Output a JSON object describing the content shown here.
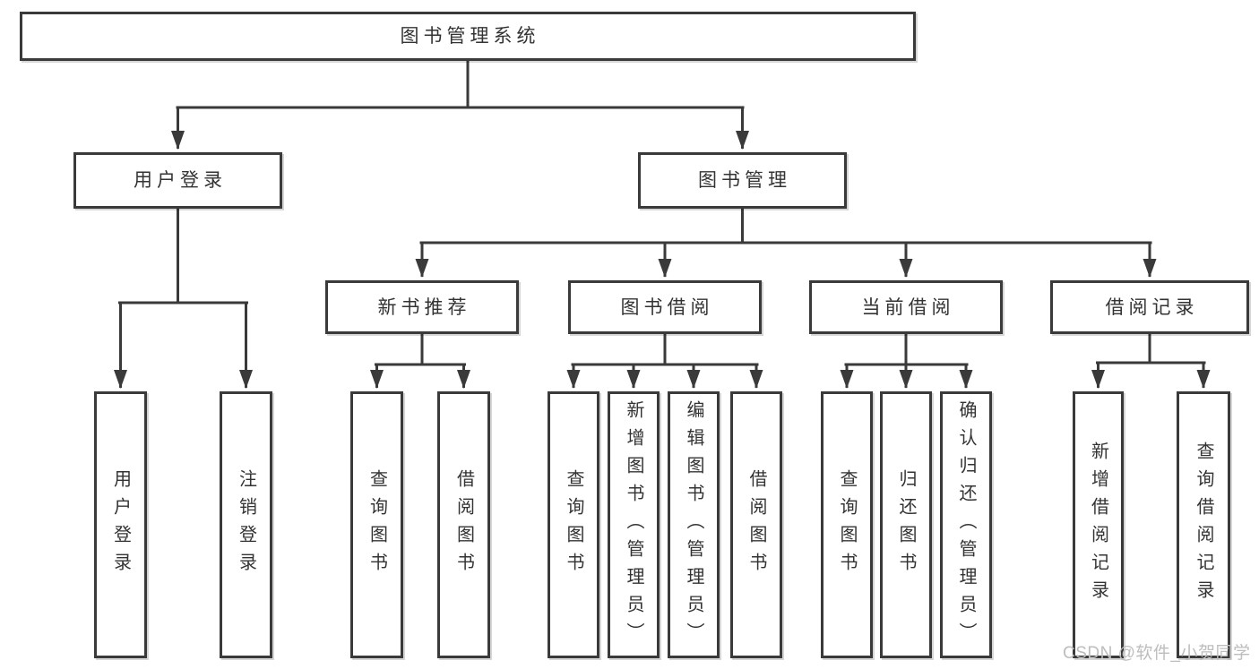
{
  "diagram": {
    "type": "tree",
    "tree": {
      "label": "图书管理系统",
      "children": [
        {
          "label": "用户登录",
          "children": [
            {
              "label": "用户登录"
            },
            {
              "label": "注销登录"
            }
          ]
        },
        {
          "label": "图书管理",
          "children": [
            {
              "label": "新书推荐",
              "children": [
                {
                  "label": "查询图书"
                },
                {
                  "label": "借阅图书"
                }
              ]
            },
            {
              "label": "图书借阅",
              "children": [
                {
                  "label": "查询图书"
                },
                {
                  "label": "新增图书（管理员）"
                },
                {
                  "label": "编辑图书（管理员）"
                },
                {
                  "label": "借阅图书"
                }
              ]
            },
            {
              "label": "当前借阅",
              "children": [
                {
                  "label": "查询图书"
                },
                {
                  "label": "归还图书"
                },
                {
                  "label": "确认归还（管理员）"
                }
              ]
            },
            {
              "label": "借阅记录",
              "children": [
                {
                  "label": "新增借阅记录"
                },
                {
                  "label": "查询借阅记录"
                }
              ]
            }
          ]
        }
      ]
    }
  },
  "watermark": {
    "text": "CSDN @软件_小贺同学"
  },
  "colors": {
    "line": "#3a3a3a",
    "text": "#333333",
    "watermark": "#bdbdbd",
    "background": "#ffffff"
  }
}
